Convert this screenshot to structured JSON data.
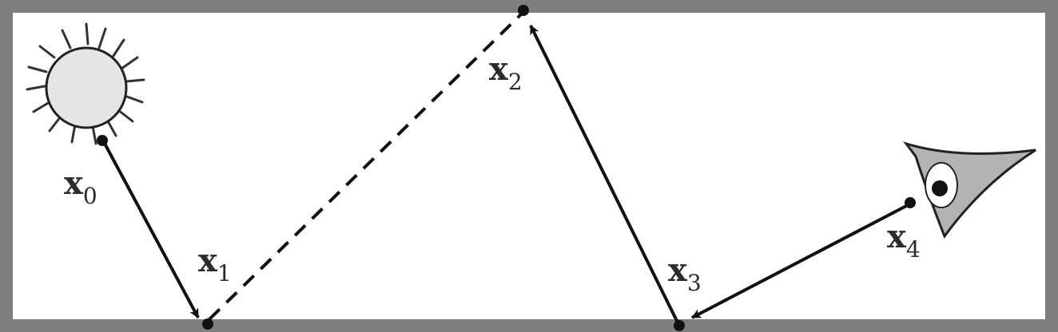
{
  "labels": {
    "x0": {
      "base": "x",
      "sub": "0"
    },
    "x1": {
      "base": "x",
      "sub": "1"
    },
    "x2": {
      "base": "x",
      "sub": "2"
    },
    "x3": {
      "base": "x",
      "sub": "3"
    },
    "x4": {
      "base": "x",
      "sub": "4"
    }
  },
  "colors": {
    "frame": "#7f7f7f",
    "path": "#111111",
    "light_fill": "#e6e6e6",
    "eye_fill": "#b3b3b3"
  },
  "icons": {
    "light": "sun-icon",
    "camera": "eye-icon"
  }
}
